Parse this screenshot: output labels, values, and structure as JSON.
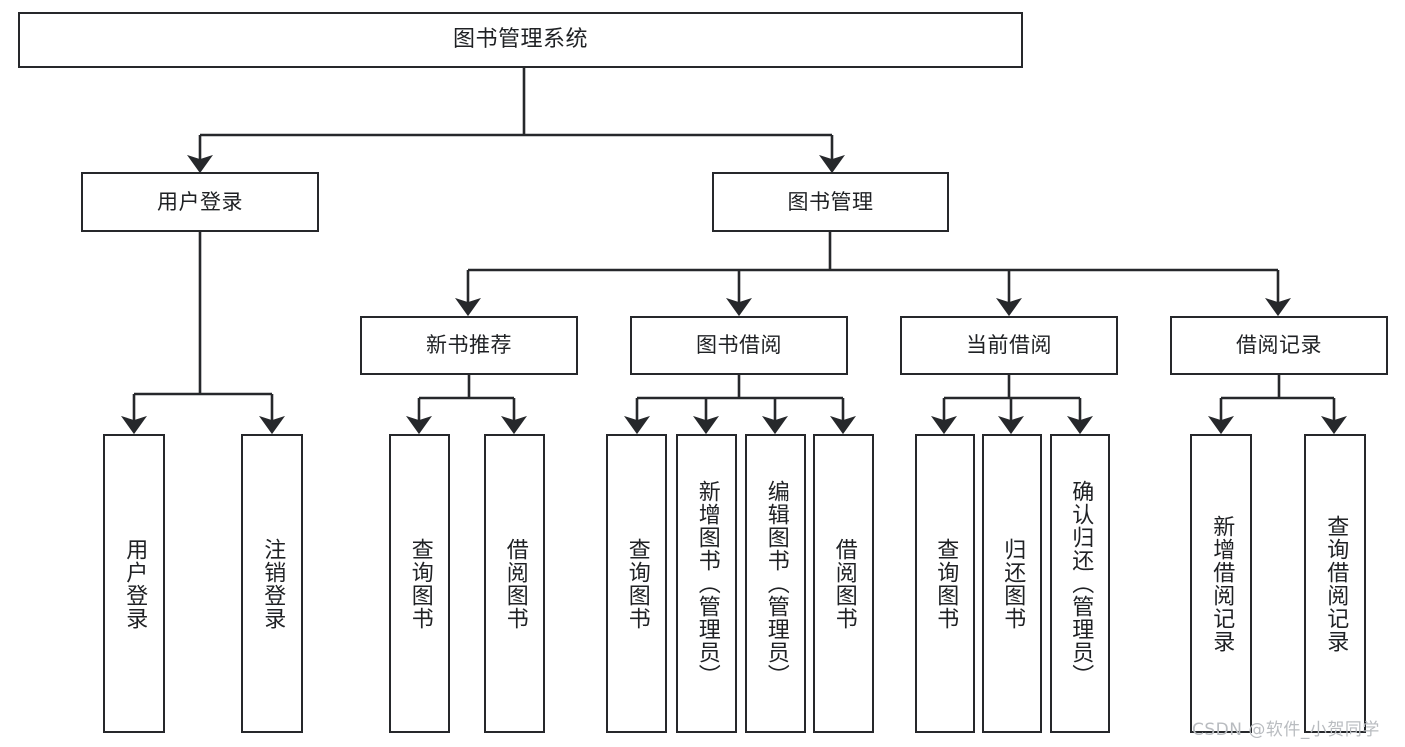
{
  "diagram": {
    "title": "图书管理系统",
    "type": "tree",
    "styles": {
      "background": "#ffffff",
      "node_fill": "#ffffff",
      "node_stroke": "#26282b",
      "text_color": "#1f2124",
      "connector_color": "#26282b",
      "watermark_color": "#b9bcc0"
    }
  },
  "nodes": {
    "root": {
      "label": "图书管理系统"
    },
    "level2": [
      {
        "id": "user-login",
        "label": "用户登录"
      },
      {
        "id": "book-manage",
        "label": "图书管理"
      }
    ],
    "level3": [
      {
        "id": "new-book-rec",
        "label": "新书推荐"
      },
      {
        "id": "book-borrow",
        "label": "图书借阅"
      },
      {
        "id": "current-borrow",
        "label": "当前借阅"
      },
      {
        "id": "borrow-record",
        "label": "借阅记录"
      }
    ],
    "leaves": {
      "user-login": [
        {
          "id": "leaf-user-login",
          "label": "用户登录"
        },
        {
          "id": "leaf-user-logout",
          "label": "注销登录"
        }
      ],
      "new-book-rec": [
        {
          "id": "leaf-query-book-1",
          "label": "查询图书"
        },
        {
          "id": "leaf-borrow-book-1",
          "label": "借阅图书"
        }
      ],
      "book-borrow": [
        {
          "id": "leaf-query-book-2",
          "label": "查询图书"
        },
        {
          "id": "leaf-add-book",
          "label": "新增图书（管理员）"
        },
        {
          "id": "leaf-edit-book",
          "label": "编辑图书（管理员）"
        },
        {
          "id": "leaf-borrow-book-2",
          "label": "借阅图书"
        }
      ],
      "current-borrow": [
        {
          "id": "leaf-query-book-3",
          "label": "查询图书"
        },
        {
          "id": "leaf-return-book",
          "label": "归还图书"
        },
        {
          "id": "leaf-confirm-return",
          "label": "确认归还（管理员）"
        }
      ],
      "borrow-record": [
        {
          "id": "leaf-add-record",
          "label": "新增借阅记录"
        },
        {
          "id": "leaf-query-record",
          "label": "查询借阅记录"
        }
      ]
    }
  },
  "watermark": {
    "text": "CSDN @软件_小贺同学"
  }
}
